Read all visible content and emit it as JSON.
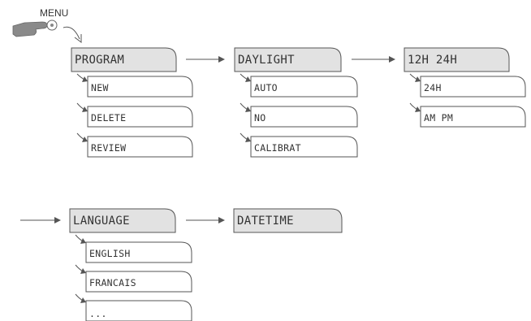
{
  "menu_label": "MENU",
  "colors": {
    "main_box_fill": "#e2e2e2",
    "line": "#555555",
    "text": "#333333",
    "hand": "#8a8a8a"
  },
  "icons": [
    "pointing-hand-icon",
    "curved-arrow-icon",
    "down-arrow-icon",
    "right-arrow-icon"
  ],
  "menus": {
    "program": {
      "title": "PROGRAM",
      "items": [
        "NEW",
        "DELETE",
        "REVIEW"
      ]
    },
    "daylight": {
      "title": "DAYLIGHT",
      "items": [
        "AUTO",
        "NO",
        "CALIBRAT"
      ]
    },
    "clock": {
      "title": "12H 24H",
      "items": [
        "24H",
        "AM PM"
      ]
    },
    "language": {
      "title": "LANGUAGE",
      "items": [
        "ENGLISH",
        "FRANCAIS",
        "..."
      ]
    },
    "datetime": {
      "title": "DATETIME",
      "items": []
    }
  }
}
